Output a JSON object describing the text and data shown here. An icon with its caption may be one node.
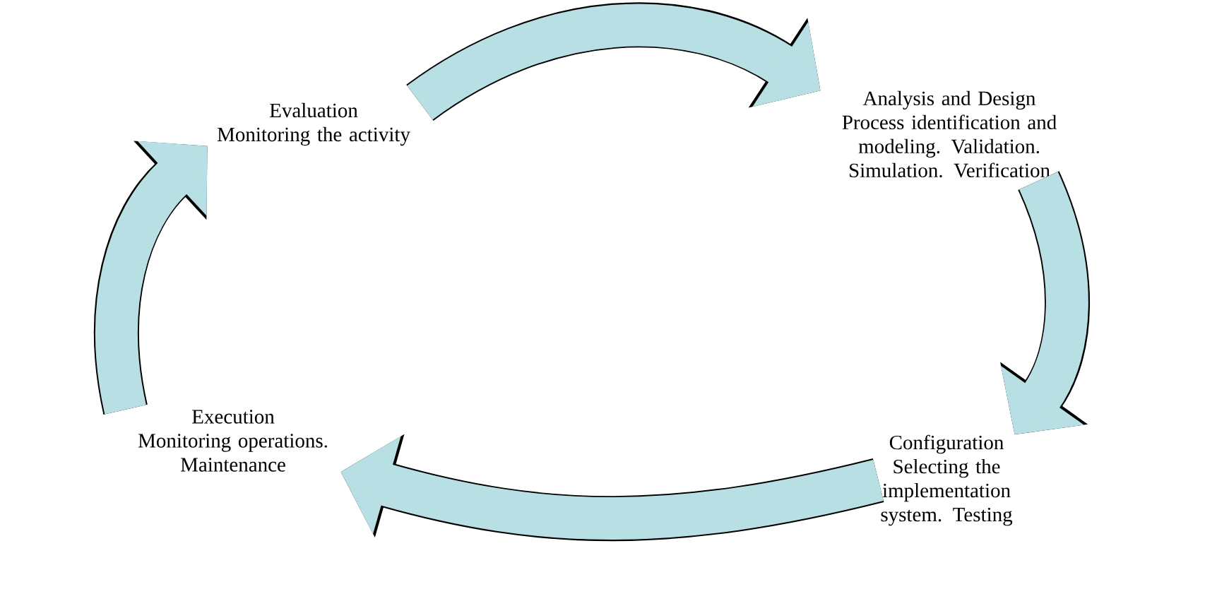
{
  "diagram": {
    "nodes": [
      {
        "text": [
          "Evaluation",
          "Monitoring the activity"
        ]
      },
      {
        "text": [
          "Analysis and Design",
          "Process identification and modeling. Validation. Simulation. Verification"
        ]
      },
      {
        "text": [
          "Configuration",
          "Selecting the implementation system. Testing"
        ]
      },
      {
        "text": [
          "Execution",
          "Monitoring operations. Maintenance"
        ]
      }
    ],
    "edges": [
      {
        "from": 0,
        "to": 1,
        "arrow": "to"
      },
      {
        "from": 1,
        "to": 2,
        "arrow": "to"
      },
      {
        "from": 2,
        "to": 3,
        "arrow": "to"
      },
      {
        "from": 3,
        "to": 0,
        "arrow": "to"
      }
    ]
  }
}
